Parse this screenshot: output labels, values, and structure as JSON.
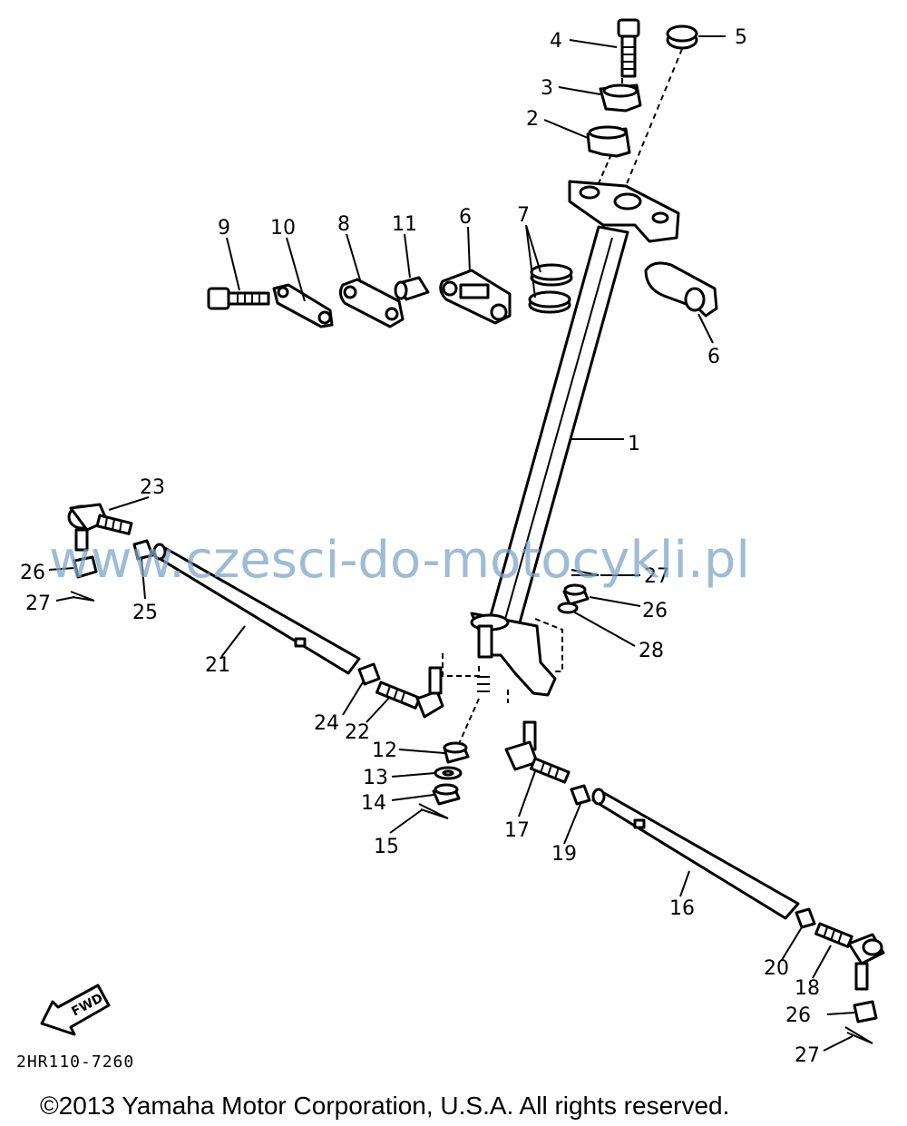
{
  "diagram": {
    "code": "2HR110-7260",
    "fwd_label": "FWD",
    "watermark": "www.czesci-do-motocykli.pl",
    "copyright": "©2013 Yamaha Motor Corporation, U.S.A. All rights reserved."
  },
  "labels": {
    "l1": "1",
    "l2": "2",
    "l3": "3",
    "l4": "4",
    "l5": "5",
    "l6a": "6",
    "l6b": "6",
    "l7": "7",
    "l8": "8",
    "l9": "9",
    "l10": "10",
    "l11": "11",
    "l12": "12",
    "l13": "13",
    "l14": "14",
    "l15": "15",
    "l16": "16",
    "l17": "17",
    "l18": "18",
    "l19": "19",
    "l20": "20",
    "l21": "21",
    "l22": "22",
    "l23": "23",
    "l24": "24",
    "l25": "25",
    "l26a": "26",
    "l26b": "26",
    "l26c": "26",
    "l27a": "27",
    "l27b": "27",
    "l27c": "27",
    "l28": "28"
  }
}
